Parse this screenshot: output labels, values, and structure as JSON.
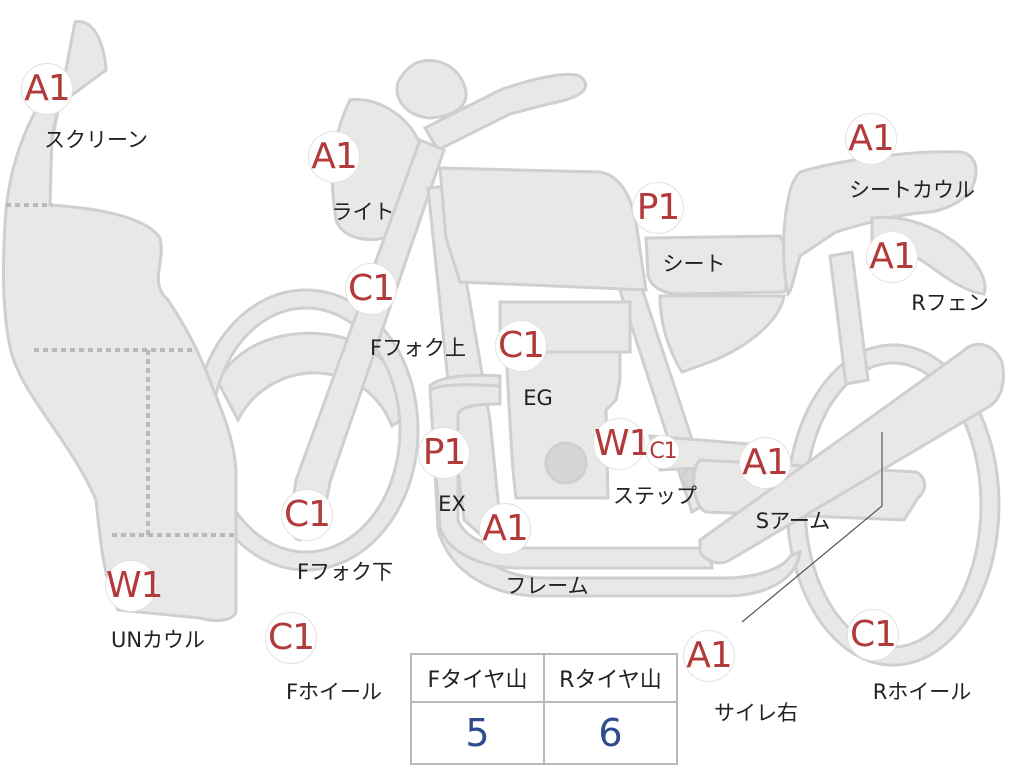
{
  "parts": [
    {
      "id": "screen",
      "grade": "A1",
      "label": "スクリーン"
    },
    {
      "id": "light",
      "grade": "A1",
      "label": "ライト"
    },
    {
      "id": "fork_upper",
      "grade": "C1",
      "label": "Fフォク上"
    },
    {
      "id": "engine",
      "grade": "C1",
      "label": "EG"
    },
    {
      "id": "seat",
      "grade": "P1",
      "label": "シート"
    },
    {
      "id": "seat_cowl",
      "grade": "A1",
      "label": "シートカウル"
    },
    {
      "id": "rear_fender",
      "grade": "A1",
      "label": "Rフェン"
    },
    {
      "id": "exhaust",
      "grade": "P1",
      "label": "EX"
    },
    {
      "id": "fork_lower",
      "grade": "C1",
      "label": "Fフォク下"
    },
    {
      "id": "frame",
      "grade": "A1",
      "label": "フレーム"
    },
    {
      "id": "step",
      "grade": "W1",
      "grade_extra": "C1",
      "label": "ステップ"
    },
    {
      "id": "swing_arm",
      "grade": "A1",
      "label": "Sアーム"
    },
    {
      "id": "under_cowl",
      "grade": "W1",
      "label": "UNカウル"
    },
    {
      "id": "front_wheel",
      "grade": "C1",
      "label": "Fホイール"
    },
    {
      "id": "silencer_right",
      "grade": "A1",
      "label": "サイレ右"
    },
    {
      "id": "rear_wheel",
      "grade": "C1",
      "label": "Rホイール"
    }
  ],
  "tire_table": {
    "headers": [
      "Fタイヤ山",
      "Rタイヤ山"
    ],
    "values": [
      "5",
      "6"
    ]
  },
  "colors": {
    "grade_text": "#b23a3a",
    "table_value": "#2f4c8f",
    "part_fill": "#e8e8e6",
    "part_outline": "#cfcfcd"
  }
}
